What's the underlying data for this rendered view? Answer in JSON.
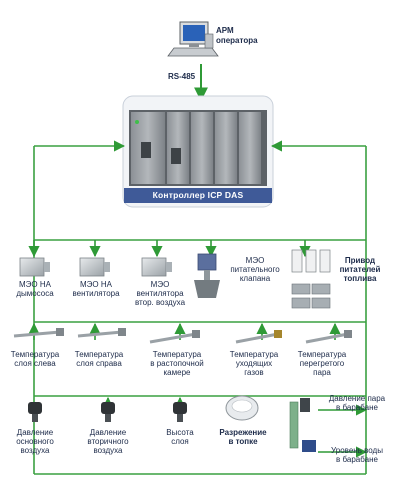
{
  "workstation": {
    "label_line1": "АРМ",
    "label_line2": "оператора",
    "link_label": "RS-485"
  },
  "controller": {
    "label": "Контроллер ICP DAS"
  },
  "actuators": [
    {
      "line1": "МЭО НА",
      "line2": "дымососа",
      "line3": ""
    },
    {
      "line1": "МЭО НА",
      "line2": "вентилятора",
      "line3": ""
    },
    {
      "line1": "МЭО",
      "line2": "вентилятора",
      "line3": "втор. воздуха"
    },
    {
      "line1": "МЭО",
      "line2": "питательного",
      "line3": "клапана"
    },
    {
      "line1": "Привод",
      "line2": "питателей",
      "line3": "топлива"
    }
  ],
  "temperature_sensors": [
    {
      "line1": "Температура",
      "line2": "слоя слева",
      "line3": ""
    },
    {
      "line1": "Температура",
      "line2": "слоя справа",
      "line3": ""
    },
    {
      "line1": "Температура",
      "line2": "в растопочной",
      "line3": "камере"
    },
    {
      "line1": "Температура",
      "line2": "уходящих",
      "line3": "газов"
    },
    {
      "line1": "Температура",
      "line2": "перегретого",
      "line3": "пара"
    }
  ],
  "pressure_sensors": [
    {
      "line1": "Давление",
      "line2": "основного",
      "line3": "воздуха"
    },
    {
      "line1": "Давление",
      "line2": "вторичного",
      "line3": "воздуха"
    },
    {
      "line1": "Высота",
      "line2": "слоя",
      "line3": ""
    },
    {
      "line1": "Разрежение",
      "line2": "в топке",
      "line3": ""
    }
  ],
  "drum_sensors": [
    {
      "line1": "Давление пара",
      "line2": "в барабане"
    },
    {
      "line1": "Уровень воды",
      "line2": "в барабане"
    }
  ],
  "colors": {
    "line": "#3aa041",
    "arrow": "#2f9a36",
    "controller_body": "#6f7479",
    "controller_label_bg": "#3f5a98",
    "label_text": "#1d2b4a"
  }
}
